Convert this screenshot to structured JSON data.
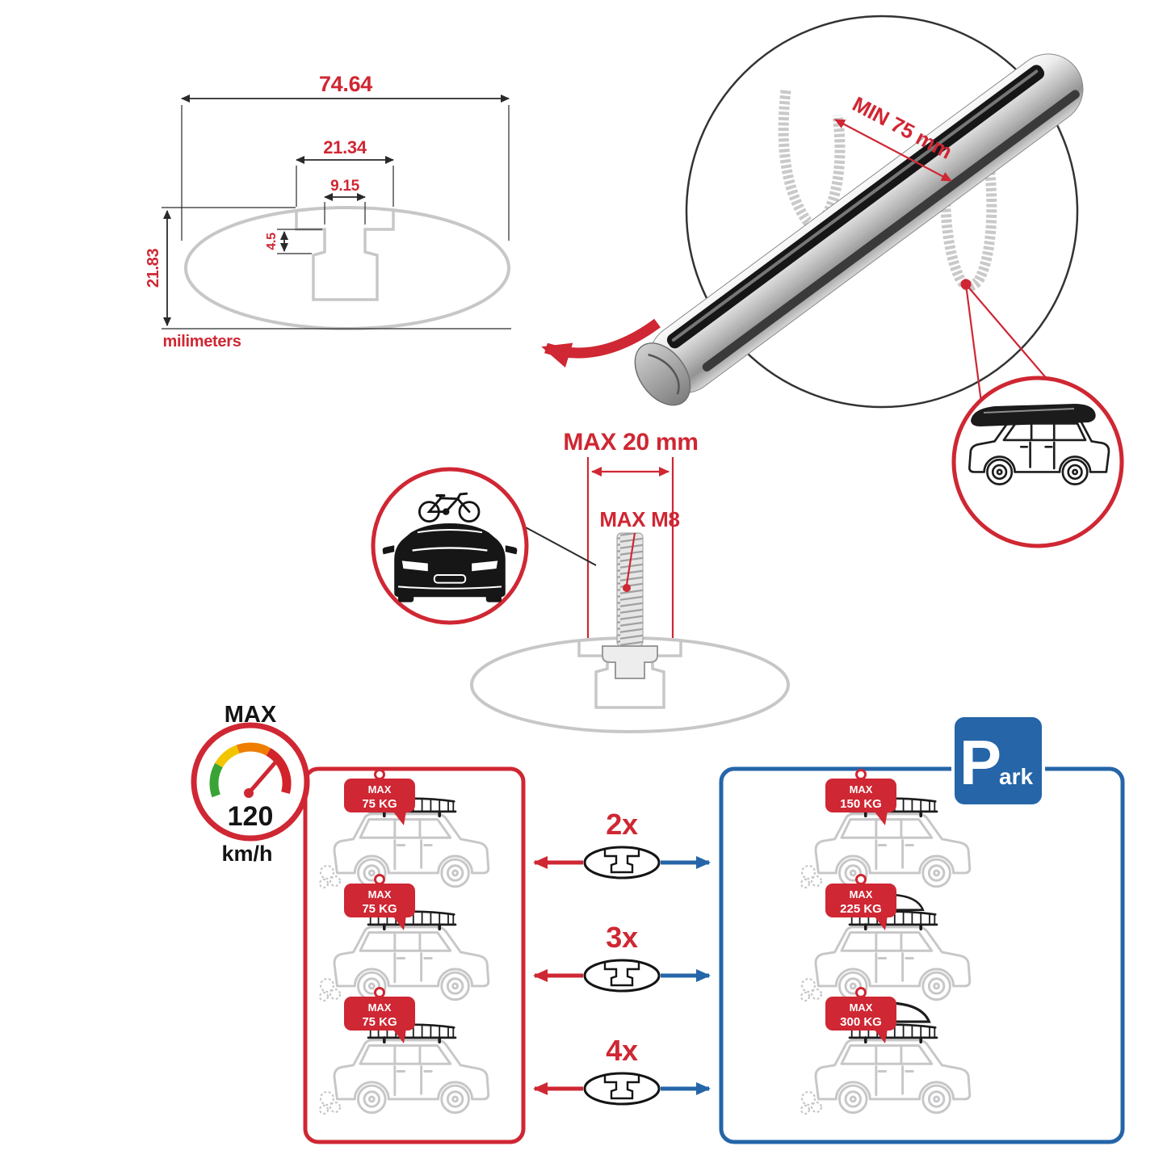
{
  "colors": {
    "accent_red": "#cf2733",
    "accent_blue": "#2565a8",
    "line_gray": "#c7c7c9",
    "ink": "#1a1a1a"
  },
  "dimension_diagram": {
    "width_total": "74.64",
    "width_opening": "21.34",
    "width_slot": "9.15",
    "step_depth": "4.5",
    "height_total": "21.83",
    "units_label": "milimeters"
  },
  "callouts": {
    "clamp_min": "MIN 75 mm",
    "bolt_max_length": "MAX 20 mm",
    "bolt_max_thread": "MAX M8"
  },
  "speed_limit": {
    "label": "MAX",
    "value": "120",
    "units": "km/h"
  },
  "parking_sign": {
    "letter": "P",
    "suffix": "ark"
  },
  "multipliers": [
    "2x",
    "3x",
    "4x"
  ],
  "left_panel": {
    "cars": [
      {
        "tag_top": "MAX",
        "tag_bottom": "75 KG"
      },
      {
        "tag_top": "MAX",
        "tag_bottom": "75 KG"
      },
      {
        "tag_top": "MAX",
        "tag_bottom": "75 KG"
      }
    ]
  },
  "right_panel": {
    "cars": [
      {
        "tag_top": "MAX",
        "tag_bottom": "150 KG"
      },
      {
        "tag_top": "MAX",
        "tag_bottom": "225 KG"
      },
      {
        "tag_top": "MAX",
        "tag_bottom": "300 KG"
      }
    ]
  }
}
